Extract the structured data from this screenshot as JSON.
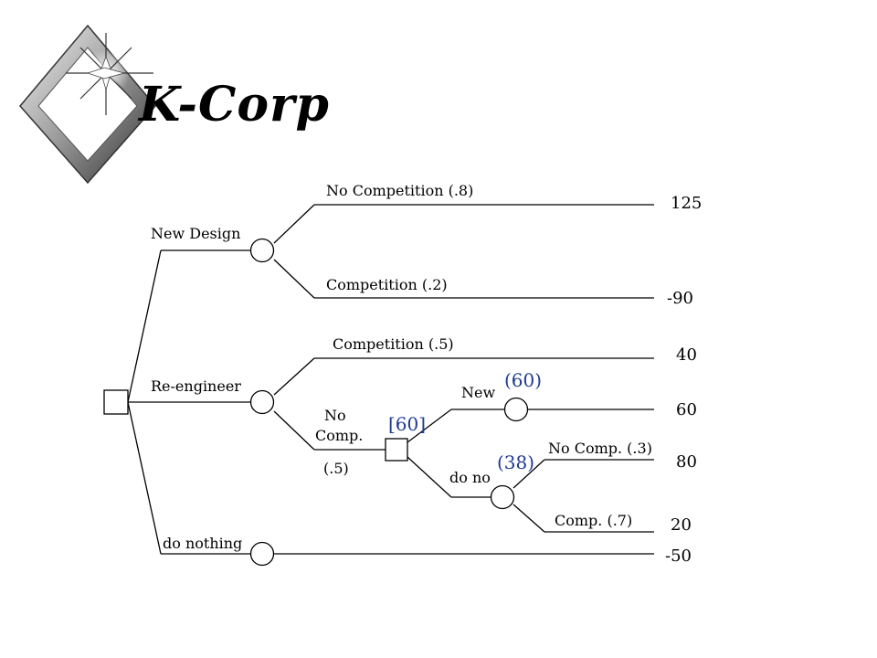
{
  "title": "K-Corp",
  "logo": {
    "icon": "diamond-starburst-logo"
  },
  "branches": {
    "new_design": "New Design",
    "re_engineer": "Re-engineer",
    "do_nothing": "do nothing",
    "no_competition_8": "No Competition  (.8)",
    "competition_2": "Competition  (.2)",
    "competition_5": "Competition  (.5)",
    "no_comp_line1": "No",
    "no_comp_line2": "Comp.",
    "prob_5": "(.5)",
    "new": "New",
    "do_no": "do no",
    "no_comp_3": "No Comp.  (.3)",
    "comp_7": "Comp.   (.7)"
  },
  "payoffs": {
    "p125": "125",
    "pm90": "-90",
    "p40": "40",
    "p60": "60",
    "p80": "80",
    "p20": "20",
    "pm50": "-50"
  },
  "expected_values": {
    "new_node": "(60)",
    "decision_node": "[60]",
    "do_no_node": "(38)"
  },
  "colors": {
    "annotation": "#1f3a93",
    "line": "#000000"
  }
}
